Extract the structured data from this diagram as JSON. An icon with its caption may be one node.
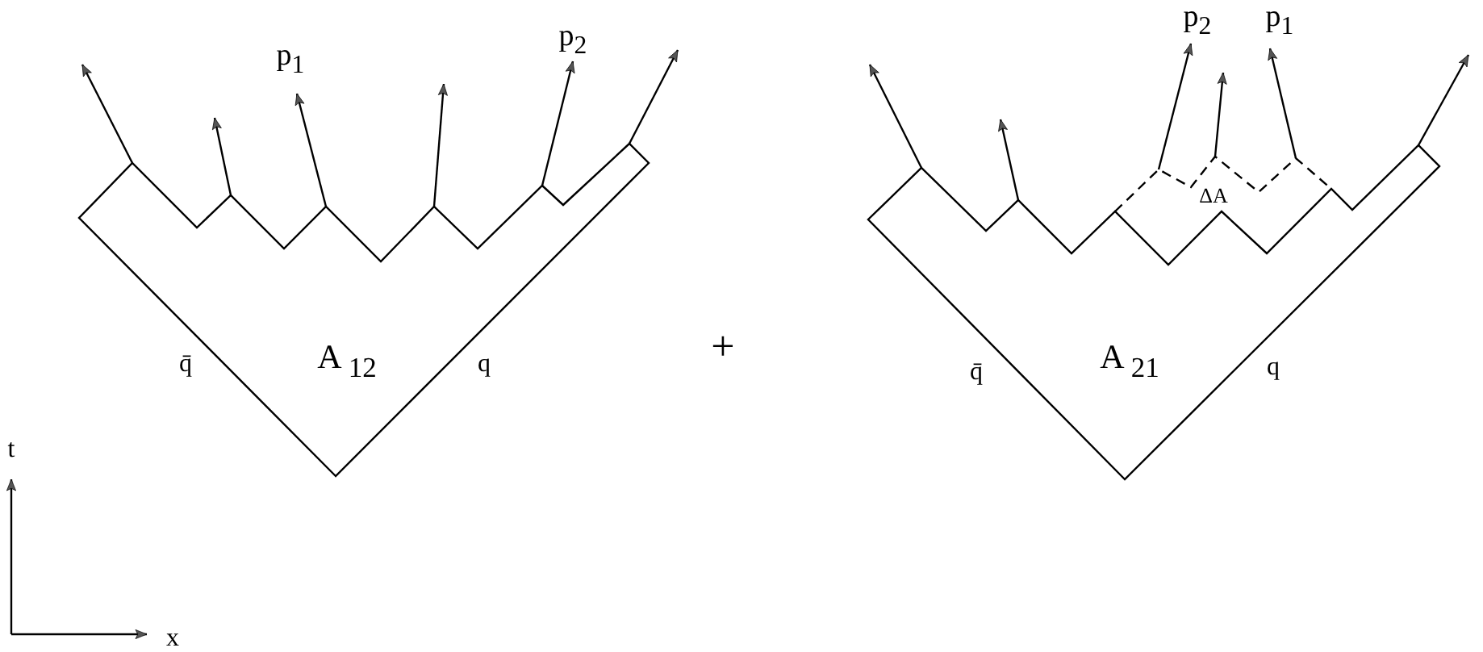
{
  "diagram": {
    "labels": [
      "p$_{1}$",
      "p$_{2}$",
      "q̄",
      "A $_{12}$",
      "q",
      "+",
      "p$_{2}$",
      "p$_{1}$",
      "ΔA",
      "q̄",
      "A $_{21}$",
      "q",
      "t",
      "x"
    ]
  }
}
